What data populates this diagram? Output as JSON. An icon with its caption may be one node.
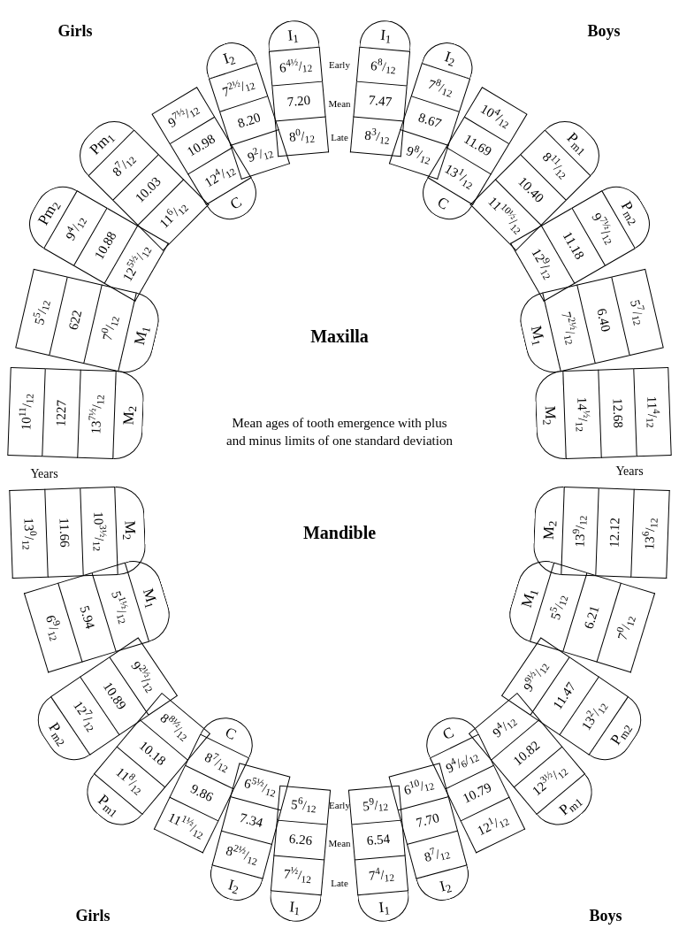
{
  "diagram": {
    "caption": "Mean ages of tooth emergence with plus and minus limits of one standard deviation",
    "nodes": [
      {
        "text": [
          "I$_{1}$",
          "6$^{4½}$/$_{12}$",
          "7.20",
          "8$^{0}$/$_{12}$"
        ]
      },
      {
        "text": [
          "I$_{2}$",
          "7$^{2½}$/$_{12}$",
          "8.20",
          "9$^{2}$/$_{12}$"
        ]
      },
      {
        "text": [
          "C",
          "9$^{7½}$/$_{12}$",
          "10.98",
          "12$^{4}$/$_{12}$"
        ]
      },
      {
        "text": [
          "Pm$_{1}$",
          "8$^{7}$/$_{12}$",
          "10.03",
          "11$^{6}$/$_{12}$"
        ]
      },
      {
        "text": [
          "Pm$_{2}$",
          "9$^{4}$/$_{12}$",
          "10.88",
          "12$^{5½}$/$_{12}$"
        ]
      },
      {
        "text": [
          "M$_{1}$",
          "5$^{5}$/$_{12}$",
          "622",
          "7$^{0}$/$_{12}$"
        ]
      },
      {
        "text": [
          "M$_{2}$",
          "10$^{11}$/$_{12}$",
          "1227",
          "13$^{7½}$/$_{12}$"
        ]
      },
      {
        "text": [
          "I$_{1}$",
          "6$^{8}$/$_{12}$",
          "7.47",
          "8$^{3}$/$_{12}$"
        ]
      },
      {
        "text": [
          "I$_{2}$",
          "7$^{8}$/$_{12}$",
          "8.67",
          "9$^{8}$/$_{12}$"
        ]
      },
      {
        "text": [
          "C",
          "10$^{4}$/$_{12}$",
          "11.69",
          "13$^{1}$/$_{12}$"
        ]
      },
      {
        "text": [
          "P$_{m1}$",
          "8$^{11}$/$_{12}$",
          "10.40",
          "11$^{10½}$/$_{12}$"
        ]
      },
      {
        "text": [
          "P$_{m2}$",
          "9$^{7½}$/$_{12}$",
          "11.18",
          "12$^{9}$/$_{12}$"
        ]
      },
      {
        "text": [
          "M$_{1}$",
          "5$^{7}$/$_{12}$",
          "6.40",
          "7$^{2½}$/$_{12}$"
        ]
      },
      {
        "text": [
          "M$_{2}$",
          "11$^{4}$/$_{12}$",
          "12.68",
          "14$^{½}$/$_{12}$"
        ]
      },
      {
        "text": [
          "I$_{1}$",
          "5$^{6}$/$_{12}$",
          "6.26",
          "7$^{½}$/$_{12}$"
        ]
      },
      {
        "text": [
          "I$_{2}$",
          "6$^{5½}$/$_{12}$",
          "7.34",
          "8$^{2½}$/$_{12}$"
        ]
      },
      {
        "text": [
          "C",
          "8$^{7}$/$_{12}$",
          "9.86",
          "11$^{1½}$/$_{12}$"
        ]
      },
      {
        "text": [
          "P$_{m1}$",
          "8$^{8½}$/$_{12}$",
          "10.18",
          "11$^{8}$/$_{12}$"
        ]
      },
      {
        "text": [
          "P$_{m2}$",
          "9$^{2½}$/$_{12}$",
          "10.89",
          "12$^{7}$/$_{12}$"
        ]
      },
      {
        "text": [
          "M$_{1}$",
          "5$^{1½}$/$_{12}$",
          "5.94",
          "6$^{9}$/$_{12}$"
        ]
      },
      {
        "text": [
          "M$_{2}$",
          "10$^{3½}$/$_{12}$",
          "11.66",
          "13$^{0}$/$_{12}$"
        ]
      },
      {
        "text": [
          "I$_{1}$",
          "5$^{9}$/$_{12}$",
          "6.54",
          "7$^{4}$/$_{12}$"
        ]
      },
      {
        "text": [
          "I$_{2}$",
          "6$^{10}$/$_{12}$",
          "7.70",
          "8$^{7}$/$_{12}$"
        ]
      },
      {
        "text": [
          "C",
          "9$^{4}$/$_{6}$/$_{12}$",
          "10.79",
          "12$^{1}$/$_{12}$"
        ]
      },
      {
        "text": [
          "P$_{m1}$",
          "9$^{4}$/$_{12}$",
          "10.82",
          "12$^{3½}$/$_{12}$"
        ]
      },
      {
        "text": [
          "P$_{m2}$",
          "9$^{9½}$/$_{12}$",
          "11.47",
          "13$^{2}$/$_{12}$"
        ]
      },
      {
        "text": [
          "M$_{1}$",
          "5$^{5}$/$_{12}$",
          "6.21",
          "7$^{0}$/$_{12}$"
        ]
      },
      {
        "text": [
          "M$_{2}$",
          "13$^{9}$/$_{12}$",
          "12.12",
          "13$^{6}$/$_{12}$"
        ]
      }
    ],
    "labels": [
      "Girls",
      "Boys",
      "Early",
      "Mean",
      "Late",
      "Maxilla",
      "Years",
      "Years",
      "Mandible",
      "Early",
      "Mean",
      "Late",
      "Girls",
      "Boys"
    ]
  }
}
